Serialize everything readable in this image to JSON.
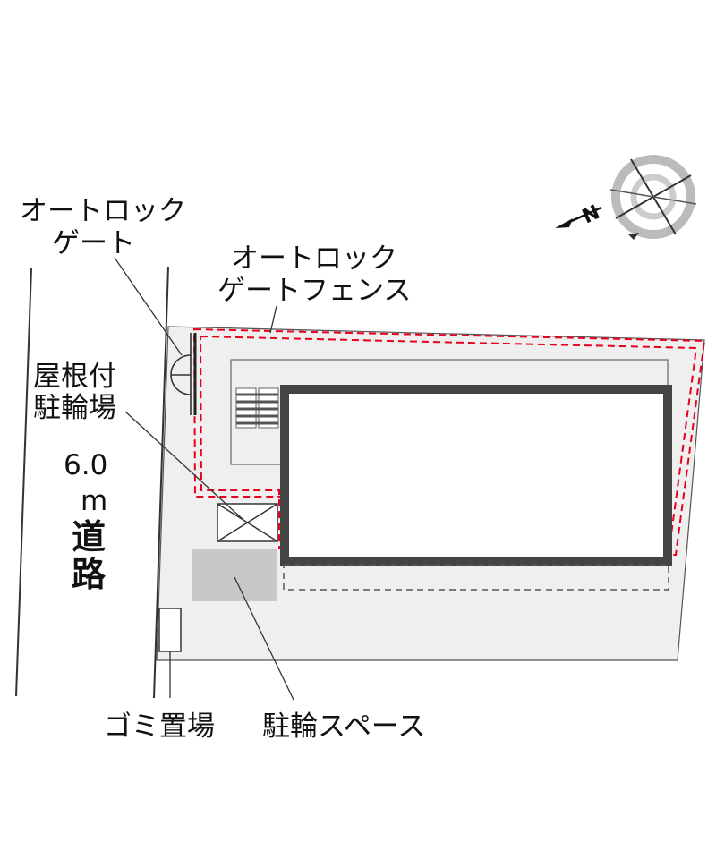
{
  "labels": {
    "autolock_gate": [
      "オートロック",
      "ゲート"
    ],
    "autolock_gate_fence": [
      "オートロック",
      "ゲートフェンス"
    ],
    "covered_bike_parking": [
      "屋根付",
      "駐輪場"
    ],
    "road_width": "6.0",
    "road_unit": "m",
    "road_chars": [
      "道",
      "路"
    ],
    "garbage_area": "ゴミ置場",
    "bike_space": "駐輪スペース",
    "compass_north": "N"
  },
  "colors": {
    "fence_dash": "#e8001c",
    "lot_fill": "#efefef",
    "building_wall": "#444444",
    "bike_space_fill": "#c8c8c8",
    "line": "#333333"
  },
  "icons": [
    "compass-icon",
    "gate-door-icon",
    "stairs-icon",
    "bike-shelter-icon"
  ]
}
